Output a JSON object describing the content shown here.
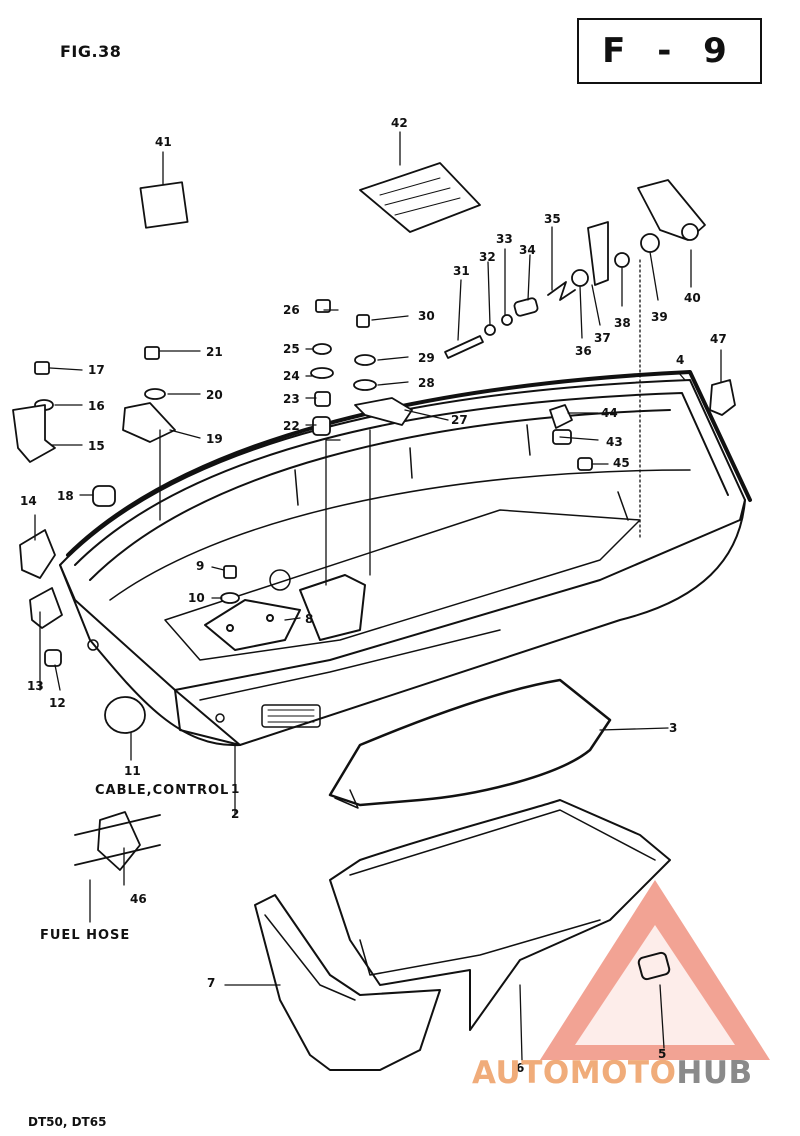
{
  "figure": {
    "label": "FIG.38",
    "code": "F - 9"
  },
  "captions": {
    "cable": "CABLE,CONTROL",
    "fuel": "FUEL HOSE",
    "model": "DT50, DT65"
  },
  "parts": [
    {
      "n": "1"
    },
    {
      "n": "2"
    },
    {
      "n": "3"
    },
    {
      "n": "4"
    },
    {
      "n": "5"
    },
    {
      "n": "6"
    },
    {
      "n": "7"
    },
    {
      "n": "8"
    },
    {
      "n": "9"
    },
    {
      "n": "10"
    },
    {
      "n": "11"
    },
    {
      "n": "12"
    },
    {
      "n": "13"
    },
    {
      "n": "14"
    },
    {
      "n": "15"
    },
    {
      "n": "16"
    },
    {
      "n": "17"
    },
    {
      "n": "18"
    },
    {
      "n": "19"
    },
    {
      "n": "20"
    },
    {
      "n": "21"
    },
    {
      "n": "22"
    },
    {
      "n": "23"
    },
    {
      "n": "24"
    },
    {
      "n": "25"
    },
    {
      "n": "26"
    },
    {
      "n": "27"
    },
    {
      "n": "28"
    },
    {
      "n": "29"
    },
    {
      "n": "30"
    },
    {
      "n": "31"
    },
    {
      "n": "32"
    },
    {
      "n": "33"
    },
    {
      "n": "34"
    },
    {
      "n": "35"
    },
    {
      "n": "36"
    },
    {
      "n": "37"
    },
    {
      "n": "38"
    },
    {
      "n": "39"
    },
    {
      "n": "40"
    },
    {
      "n": "41"
    },
    {
      "n": "42"
    },
    {
      "n": "43"
    },
    {
      "n": "44"
    },
    {
      "n": "45"
    },
    {
      "n": "46"
    },
    {
      "n": "47"
    }
  ],
  "watermark": {
    "part1": "AUTO",
    "part2": "MOTO",
    "part3": "HUB",
    "color": "#e8583c"
  }
}
